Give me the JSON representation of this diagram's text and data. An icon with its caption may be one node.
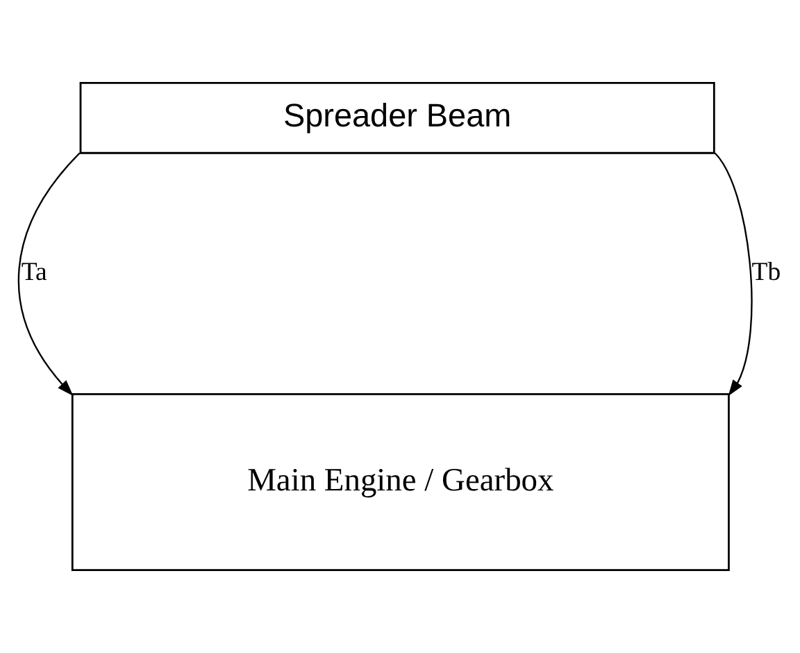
{
  "diagram": {
    "nodes": [
      {
        "text": [
          "Spreader Beam"
        ]
      },
      {
        "text": [
          "Main Engine / Gearbox"
        ]
      }
    ],
    "edges": [
      {
        "from": 0,
        "to": 1,
        "arrow": "to",
        "label": "Ta"
      },
      {
        "from": 0,
        "to": 1,
        "arrow": "to",
        "label": "Tb"
      }
    ]
  }
}
